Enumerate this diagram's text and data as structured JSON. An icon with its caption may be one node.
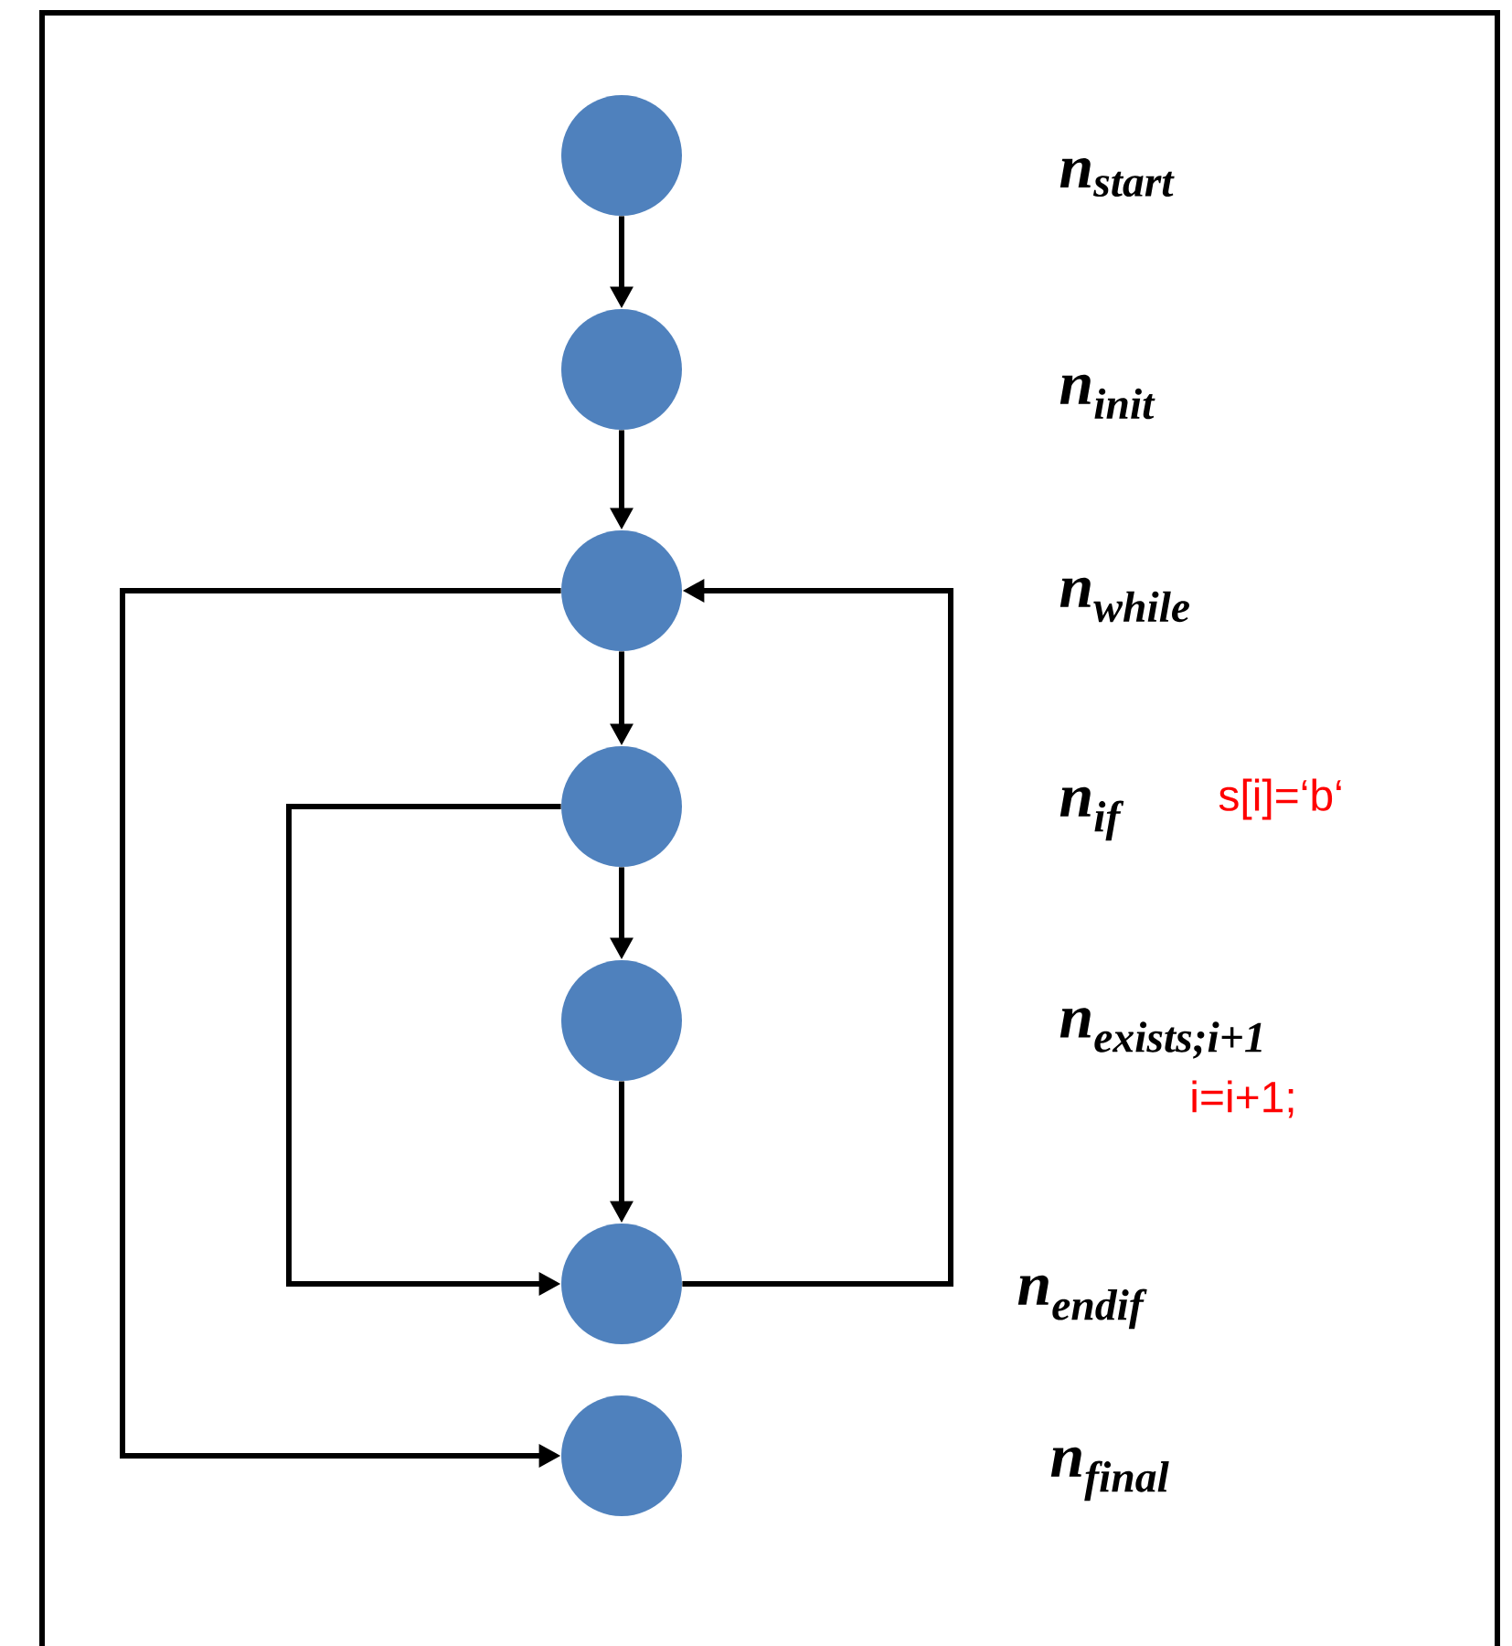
{
  "diagram": {
    "nodes": [
      {
        "text": [],
        "shape": "circle"
      },
      {
        "text": [],
        "shape": "circle"
      },
      {
        "text": [],
        "shape": "circle"
      },
      {
        "text": [],
        "shape": "circle"
      },
      {
        "text": [],
        "shape": "circle"
      },
      {
        "text": [],
        "shape": "circle"
      },
      {
        "text": [],
        "shape": "circle"
      }
    ],
    "edges": [
      {
        "from": 0,
        "to": 1,
        "arrow": "to"
      },
      {
        "from": 1,
        "to": 2,
        "arrow": "to"
      },
      {
        "from": 2,
        "to": 3,
        "arrow": "to"
      },
      {
        "from": 3,
        "to": 4,
        "arrow": "to"
      },
      {
        "from": 4,
        "to": 5,
        "arrow": "to"
      },
      {
        "from": 3,
        "to": 5,
        "arrow": "to"
      },
      {
        "from": 5,
        "to": 2,
        "arrow": "to"
      },
      {
        "from": 2,
        "to": 6,
        "arrow": "to"
      }
    ],
    "labels": [
      "n$_{start}$",
      "n$_{init}$",
      "n$_{while}$",
      "n$_{if}$",
      "s[i]=‘b‘",
      "n$_{exists;i+1}$",
      "i=i+1;",
      "n$_{endif}$",
      "n$_{final}$"
    ]
  }
}
